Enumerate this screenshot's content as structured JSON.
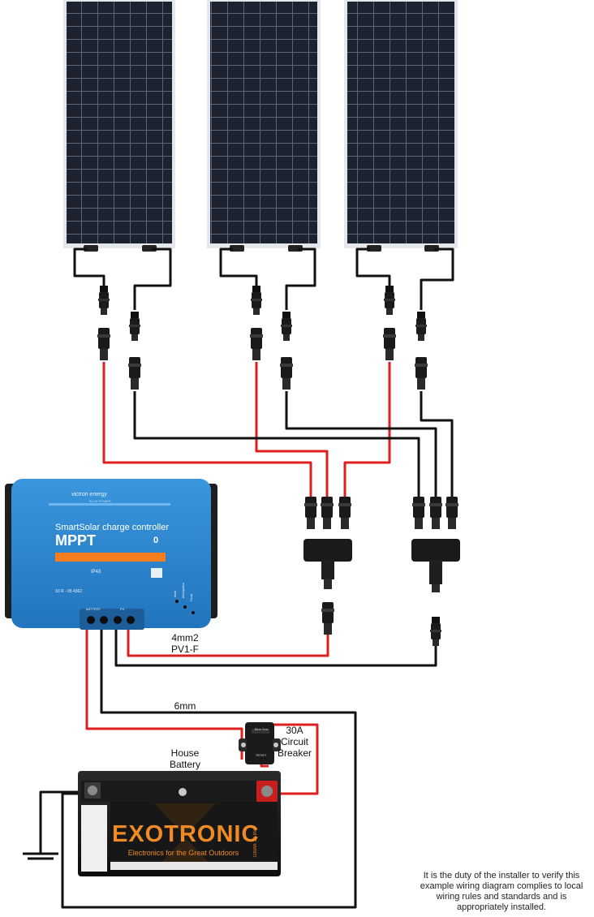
{
  "labels": {
    "pv_cable": "4mm2\nPV1-F",
    "battery_cable": "6mm",
    "breaker": "30A\nCircuit\nBreaker",
    "battery": "House\nBattery"
  },
  "note": "It is the duty of the installer to verify this example wiring diagram complies to local wiring rules and standards and is appropriately installed.",
  "controller": {
    "brand": "victron energy",
    "tagline": "BLUE POWER",
    "product": "SmartSolar charge controller",
    "model": "MPPT",
    "indicator": "0",
    "rating": "IP43",
    "model_number": "10 R - 05 4362",
    "port_battery": "BATTERY",
    "port_pv": "PV",
    "status_bulk": "Bulk",
    "status_absorption": "Absorption",
    "status_float": "Float"
  },
  "battery": {
    "brand": "EXOTRONIC",
    "tagline": "Electronics for the Great Outdoors",
    "spec": "100Ah 12.8V"
  },
  "breaker_device": {
    "brand": "Blue Sea",
    "reset": "RESET"
  },
  "colors": {
    "positive_wire": "#dd1f1f",
    "negative_wire": "#111111",
    "controller_body": "#2b86cf",
    "controller_bar": "#f47d20",
    "battery_brand": "#f08a24",
    "panel_cell": "#1c2230"
  }
}
